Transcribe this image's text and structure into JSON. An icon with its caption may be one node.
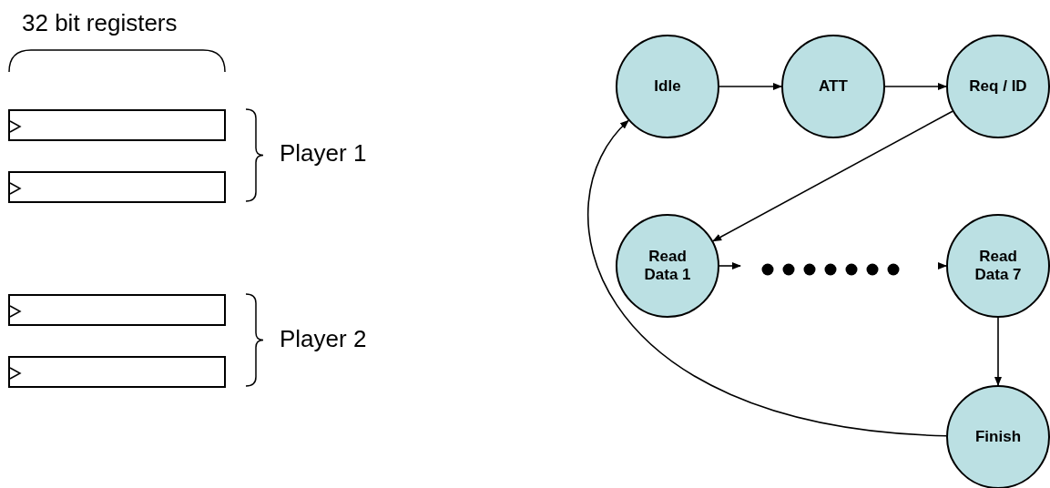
{
  "diagram": {
    "nodes": [
      {
        "text": [],
        "shape": "box"
      },
      {
        "text": [],
        "shape": "box"
      },
      {
        "text": [],
        "shape": "box"
      },
      {
        "text": [],
        "shape": "box"
      },
      {
        "text": [
          "Idle"
        ]
      },
      {
        "text": [
          "ATT"
        ]
      },
      {
        "text": [
          "Req / ID"
        ]
      },
      {
        "text": [
          "Read Data 1"
        ]
      },
      {
        "text": [
          "Read Data 7"
        ]
      },
      {
        "text": [
          "Finish"
        ]
      }
    ],
    "edges": [
      {
        "from": 4,
        "to": 5,
        "arrow": "to"
      },
      {
        "from": 5,
        "to": 6,
        "arrow": "to"
      },
      {
        "from": 6,
        "to": 7,
        "arrow": "to"
      },
      {
        "from": 7,
        "to": null,
        "arrow": "to"
      },
      {
        "from": null,
        "to": 8,
        "arrow": "to"
      },
      {
        "from": 8,
        "to": 9,
        "arrow": "to"
      },
      {
        "from": 9,
        "to": 4,
        "arrow": "to"
      }
    ],
    "labels": [
      "32 bit registers",
      "Player 1",
      "Player 2"
    ]
  }
}
